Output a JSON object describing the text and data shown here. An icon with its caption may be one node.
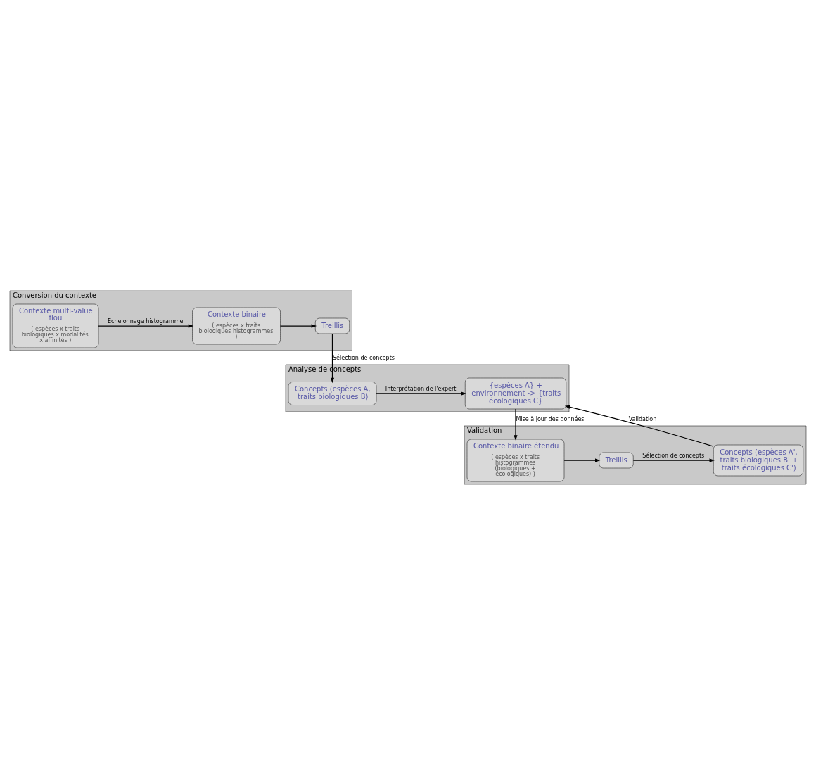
{
  "diagram": {
    "nodes": [
      {
        "text": [
          "Conversion du contexte"
        ]
      },
      {
        "text": [
          "Contexte multi-valué flou",
          "( espèces x traits biologiques x modalités x affinités )"
        ],
        "in": 0
      },
      {
        "text": [
          "Contexte binaire",
          "( espèces x traits biologiques histogrammes )"
        ],
        "in": 0
      },
      {
        "text": [
          "Treillis"
        ],
        "in": 0
      },
      {
        "text": [
          "Analyse de concepts"
        ]
      },
      {
        "text": [
          "{espèces A} + environnement -> {traits écologiques C}"
        ],
        "in": 4
      },
      {
        "text": [
          "Concepts (espèces A, traits biologiques B)"
        ],
        "in": 4
      },
      {
        "text": [
          "Validation"
        ]
      },
      {
        "text": [
          "Contexte binaire étendu",
          "( espèces x traits histogrammes (biologiques + écologiques) )"
        ],
        "in": 7
      },
      {
        "text": [
          "Treillis"
        ],
        "in": 7
      },
      {
        "text": [
          "Concepts (espèces A', traits biologiques B' + traits écologiques C')"
        ],
        "in": 7
      }
    ],
    "edges": [
      {
        "from": 1,
        "to": 2,
        "arrow": "to",
        "label": "Echelonnage histogramme"
      },
      {
        "from": 2,
        "to": 3,
        "arrow": "to"
      },
      {
        "from": 3,
        "to": 6,
        "arrow": "to",
        "label": "Sélection de concepts"
      },
      {
        "from": 6,
        "to": 5,
        "arrow": "to",
        "label": "Interprétation de l'expert"
      },
      {
        "from": 5,
        "to": 8,
        "arrow": "to",
        "label": "Mise à jour des données"
      },
      {
        "from": 8,
        "to": 9,
        "arrow": "to"
      },
      {
        "from": 9,
        "to": 10,
        "arrow": "to",
        "label": "Sélection de concepts"
      },
      {
        "from": 10,
        "to": 5,
        "arrow": "to",
        "label": "Validation"
      }
    ]
  }
}
